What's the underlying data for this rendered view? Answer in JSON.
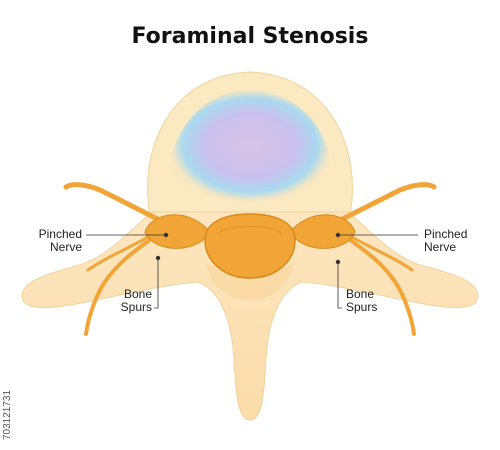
{
  "title": "Foraminal Stenosis",
  "labels": {
    "pinched_nerve_left": [
      "Pinched",
      "Nerve"
    ],
    "pinched_nerve_right": [
      "Pinched",
      "Nerve"
    ],
    "bone_spurs_left": [
      "Bone",
      "Spurs"
    ],
    "bone_spurs_right": [
      "Bone",
      "Spurs"
    ]
  },
  "side_credit": "703121731",
  "colors": {
    "bone": "#fde3b8",
    "bone_dark": "#f8d49b",
    "disc_outer": "#fbe9c2",
    "disc_inner": "#cfc2ec",
    "disc_ring": "#a9d9ef",
    "nerve": "#f0a536",
    "nerve_dark": "#d9891a",
    "line": "#333333"
  }
}
